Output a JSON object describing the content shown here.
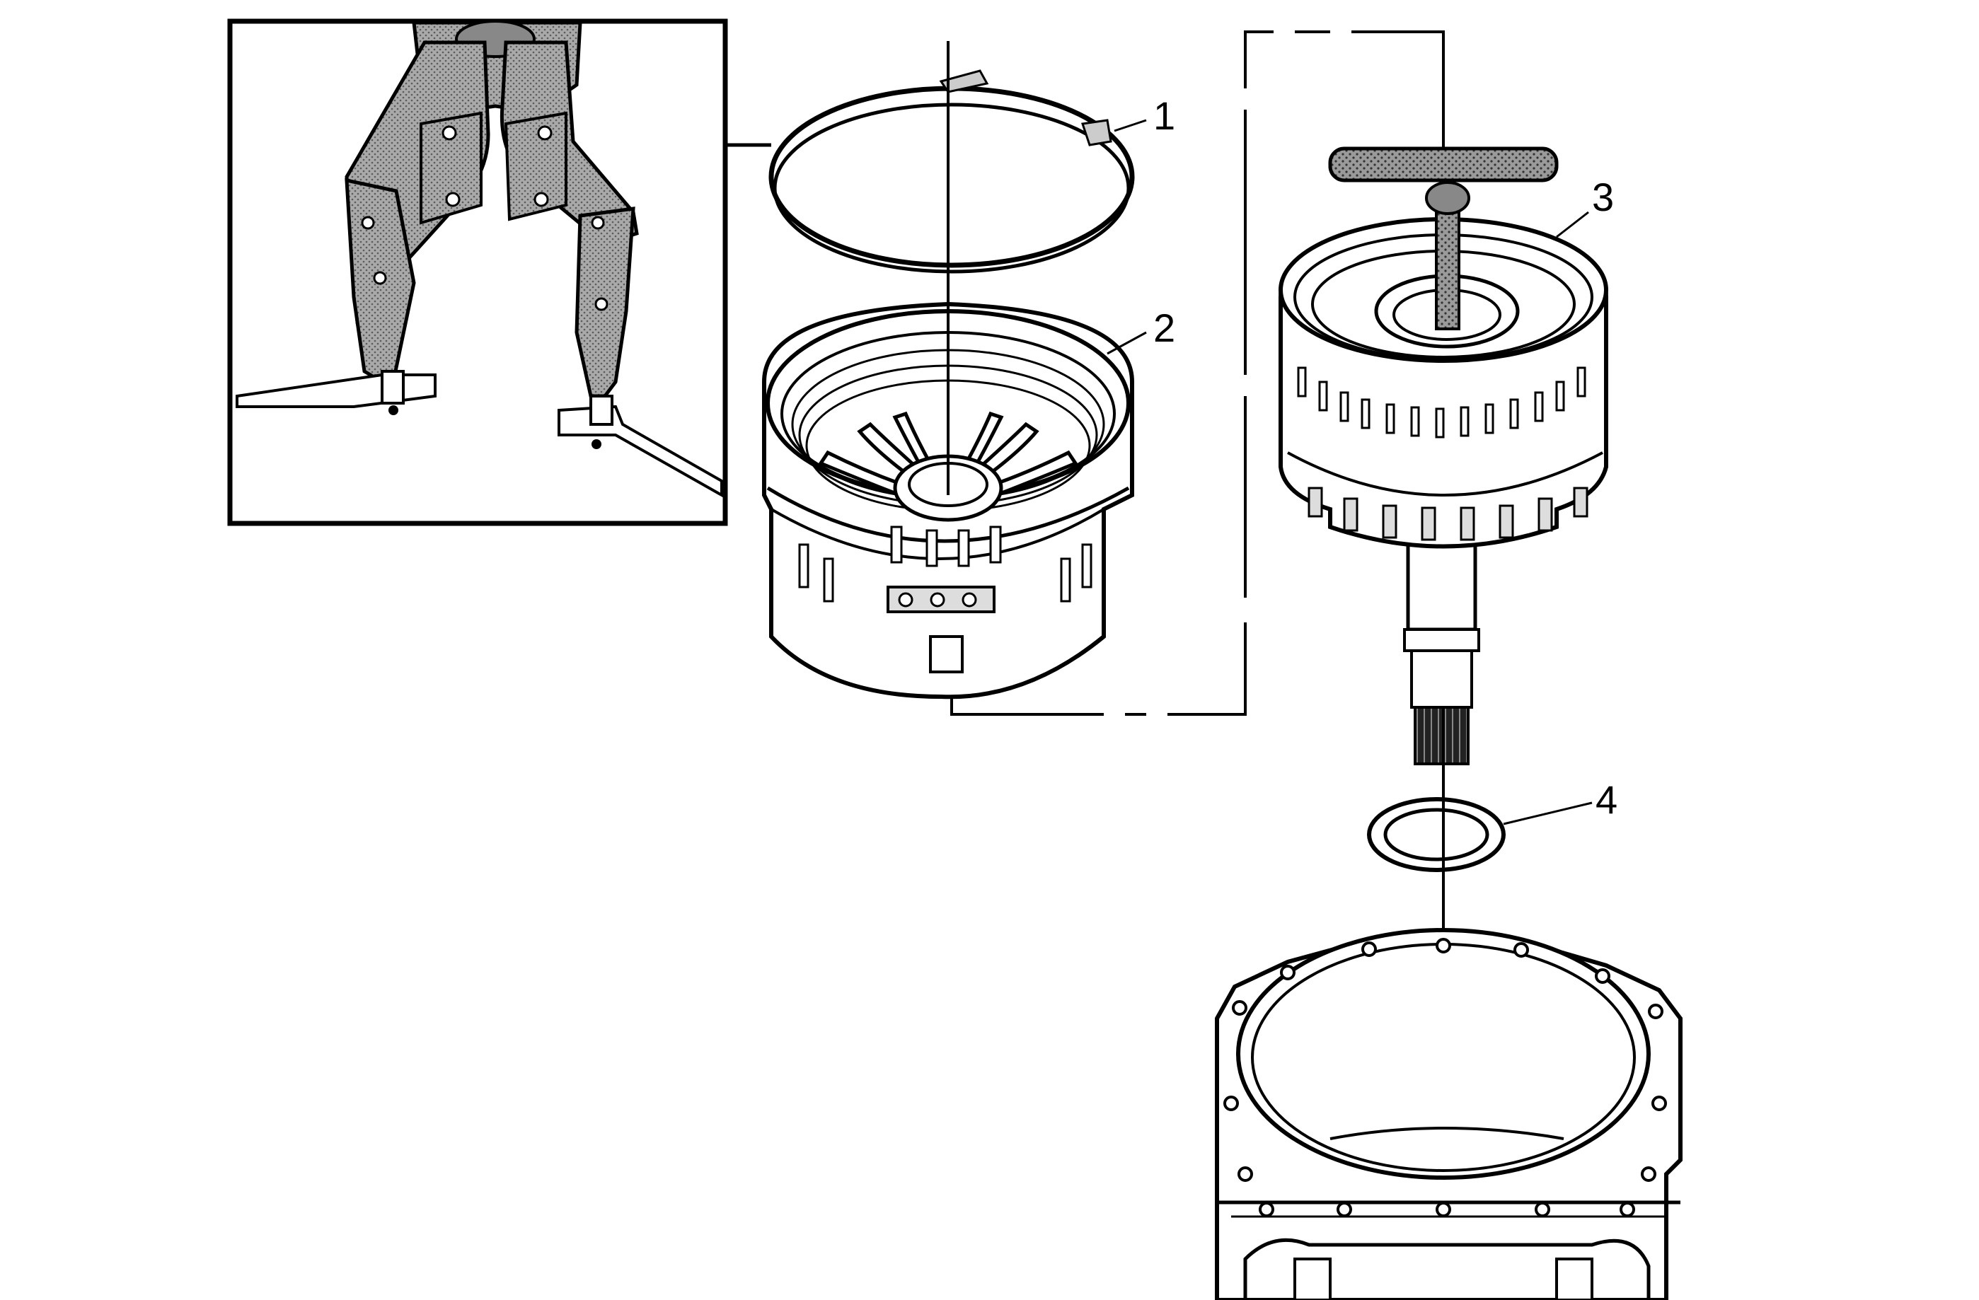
{
  "callouts": [
    {
      "id": "1",
      "label": "1"
    },
    {
      "id": "2",
      "label": "2"
    },
    {
      "id": "3",
      "label": "3"
    },
    {
      "id": "4",
      "label": "4"
    }
  ],
  "colors": {
    "line": "#000000",
    "background": "#ffffff",
    "tool_fill": "#b8b8b8"
  },
  "icons": [
    "snap-ring-plier-tool",
    "snap-ring",
    "clutch-housing",
    "gear-assembly-with-t-handle",
    "thrust-washer",
    "transmission-case"
  ]
}
